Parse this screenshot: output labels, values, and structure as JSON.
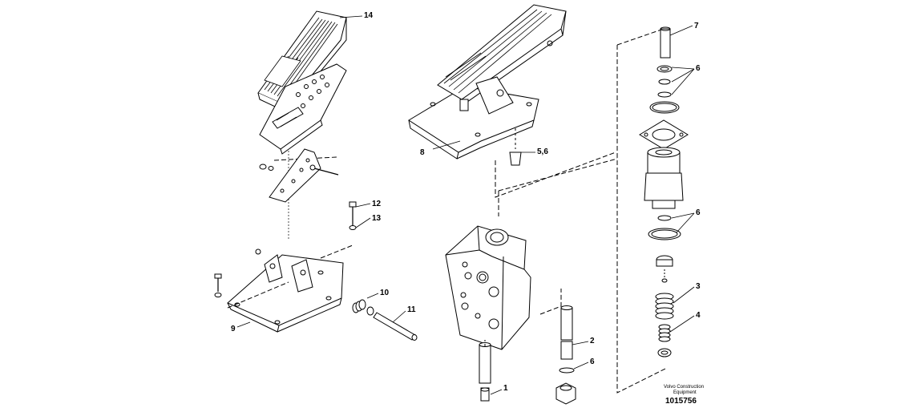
{
  "diagram": {
    "callouts": [
      {
        "id": "c14",
        "text": "14"
      },
      {
        "id": "c7",
        "text": "7"
      },
      {
        "id": "c6a",
        "text": "6"
      },
      {
        "id": "c8",
        "text": "8"
      },
      {
        "id": "c56",
        "text": "5,6"
      },
      {
        "id": "c12",
        "text": "12"
      },
      {
        "id": "c13",
        "text": "13"
      },
      {
        "id": "c6b",
        "text": "6"
      },
      {
        "id": "c10",
        "text": "10"
      },
      {
        "id": "c11",
        "text": "11"
      },
      {
        "id": "c9",
        "text": "9"
      },
      {
        "id": "c3",
        "text": "3"
      },
      {
        "id": "c4",
        "text": "4"
      },
      {
        "id": "c2",
        "text": "2"
      },
      {
        "id": "c6c",
        "text": "6"
      },
      {
        "id": "c1",
        "text": "1"
      }
    ],
    "brand_line1": "Volvo Construction",
    "brand_line2": "Equipment",
    "document_number": "1015756"
  }
}
